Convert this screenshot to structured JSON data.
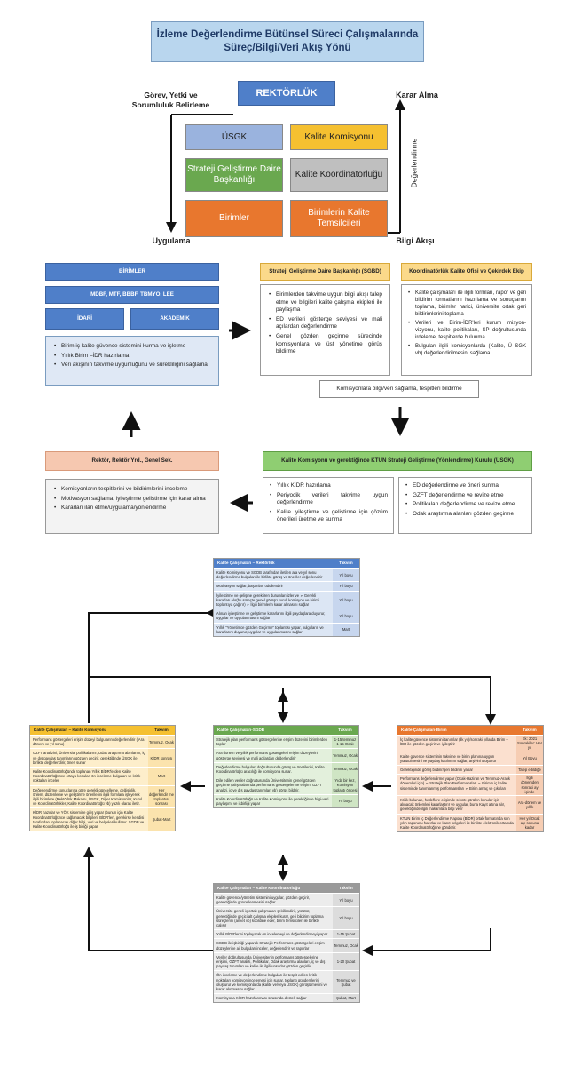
{
  "title": {
    "line1": "İzleme Değerlendirme Bütünsel Süreci Çalışmalarında",
    "line2": "Süreç/Bilgi/Veri Akış Yönü"
  },
  "axis": {
    "top_left": "Görev, Yetki ve Sorumluluk Belirleme",
    "top_right": "Karar Alma",
    "bottom_left": "Uygulama",
    "bottom_right": "Bilgi Akışı",
    "vertical": "Değerlendirme"
  },
  "org": {
    "rektorluk": "REKTÖRLÜK",
    "usgk": "ÜSGK",
    "kalite_komisyonu": "Kalite Komisyonu",
    "sgdb": "Strateji Geliştirme Daire Başkanlığı",
    "kalite_koordinatorlugu": "Kalite Koordinatörlüğü",
    "birimler": "Birimler",
    "birim_temsilcileri": "Birimlerin Kalite Temsilcileri"
  },
  "colors": {
    "blue": "#4f7fc9",
    "lightblue": "#9ab3de",
    "yellow": "#f5c030",
    "green": "#6aa84f",
    "gray": "#bfbfbf",
    "orange": "#e8772e",
    "salmon": "#f6c8b0",
    "lightgreen": "#8fce72"
  },
  "flow": {
    "birimler_hdr": "BİRİMLER",
    "units": "MDBF, MTF, BBBF, TBMYO, LEE",
    "idari": "İDARİ",
    "akademik": "AKADEMİK",
    "birimler_items": [
      "Birim iç kalite güvence sistemini kurma ve işletme",
      "Yıllık Birim –İDR hazırlama",
      "Veri akışının takvime uygunluğunu ve sürekliliğini sağlama"
    ],
    "sgdb_hdr": "Strateji Geliştirme Daire Başkanlığı (SGBD)",
    "sgdb_items": [
      "Birimlerden takvime uygun bilgi akışı talep etme ve bilgileri kalite çalışma ekipleri ile paylaşma",
      "ED verileri gösterge seviyesi ve mali açılardan değerlendirme",
      "Genel gözden geçirme sürecinde komisyonlara ve üst yönetime görüş bildirme"
    ],
    "koord_hdr": "Koordinatörlük Kalite Ofisi ve Çekirdek Ekip",
    "koord_items": [
      "Kalite çalışmaları ile ilgili formları, rapor ve geri bildirim formatlarını hazırlama ve sonuçlarını toplama, birimler harici, üniversite ortak geri bildirimlerini toplama",
      "Verileri ve Birim-İDR'leri kurum misyon-vizyonu, kalite politikaları, SP doğrultusunda irdeleme, tespitlerde bulunma",
      "Bulguları ilgili komisyonlarda (Kalite, Ü SGK vb) değerlendirilmesini sağlama"
    ],
    "komisyon_note": "Komisyonlara bilgi/veri sağlama, tespitleri bildirme",
    "rektor_hdr": "Rektör, Rektör Yrd., Genel Sek.",
    "usgk_hdr": "Kalite Komisyonu ve gerektiğinde KTUN Strateji Geliştirme (Yönlendirme) Kurulu (ÜSGK)",
    "rektor_items": [
      "Komisyonların tespitlerini ve bildirimlerini inceleme",
      "Motivasyon sağlama, iyileştirme geliştirme için karar alma",
      "Kararları ilan etme/uygulama/yönlendirme"
    ],
    "usgk_items1": [
      "Yıllık KİDR hazırlama",
      "Periyodik verileri takvime uygun değerlendirme",
      "Kalite iyileştirme ve geliştirme için çözüm önerileri üretme ve sunma"
    ],
    "usgk_items2": [
      "ED değerlendirme ve öneri sunma",
      "GZFT değerlendirme ve revize etme",
      "Politikaları değerlendirme ve revize etme",
      "Odak araştırma alanları gözden geçirme"
    ]
  },
  "tables": {
    "takvim": "Takvim",
    "rektorluk": {
      "title": "Kalite Çalışmaları – Rektörlük",
      "rows": [
        {
          "t": "Kalite Komisyonu ve SGDB tarafından iletilen ara ve yıl sonu değerlendirme bulguları ile birlikte görüş ve öneriler değerlendirir",
          "d": "Yıl boyu"
        },
        {
          "t": "Motivasyon sağlar, başarıları ödüllendirir",
          "d": "Yıl boyu"
        },
        {
          "t": "İyileştirme ve gelişme gerektiren durumları izler ve ➢ Gerekli kararları alır(bu süreçte genel görüşü kurul, komisyon ve birimi toplantıya çağırır) ➢ İlgili birimlerin karar alınasını sağlar",
          "d": "Yıl boyu"
        },
        {
          "t": "Alınan iyileştirme ve geliştirme kararlarını ilgili paydaşlara duyurur, uygular ve uygulanmasını sağlar",
          "d": "Yıl boyu"
        },
        {
          "t": "Yıllık \"Yönetimce gözden Geçirme\" toplantısı yapar, bulguların ve kararlarını duyurur, uygular ve uygulanmasını sağlar",
          "d": "Mart"
        }
      ]
    },
    "komisyon": {
      "title": "Kalite Çalışmaları – Kalite Komisyonu",
      "rows": [
        {
          "t": "Performans göstergeleri erişim düzeyi bulgularını değerlendirir ( Ara dönem ve yıl sonu)",
          "d": "Temmuz, Ocak"
        },
        {
          "t": "GZFT analizini, Üniversite politikalarını, Odak araştırma alanlarını, iç ve dış paydaş tanımlarını gözden geçirir, gerektiğinde ÜSGK ile birlikte değerlendirir, öneri sunar",
          "d": "KİDR sonrası"
        },
        {
          "t": "Kalite Koordinatörlüğünde toplanan Yıllık BİDR'lerden Kalite Koordinatörlüğünce ortaya konulan ön inceleme bulguları ve kritik noktaları inceler",
          "d": "Mart"
        },
        {
          "t": "Değerlendirme sonuçlarına göre gerekli güncelleme, değişiklik, önlem, düzenleme ve geliştirme önerilerini ilgili formlara işleyerek ilgili birimlere (Rektörlük Makamı, ÜSGK, Diğer Komisyonlar, Kurul ve Koordinatörlükler, Kalite Koordinatörlüğü vb) yazılı olarak iletir.",
          "d": "Her değerlendir me toplantısı sonrası"
        },
        {
          "t": "KİDR hazırlar ve YÖK sistemine giriş yapar (bunun için Kalite Koordinatörlüğünce sağlanacak bilgileri, BİDR'leri, gerekirse kendisi tarafından toplanacak diğer bilgi, veri ve belgeleri kullanır. SGDB ve Kalite Koordinatörlüğü ile iş birliği yapar.",
          "d": "Şubat-Mart"
        }
      ]
    },
    "sgdb": {
      "title": "Kalite Çalışmaları-SGDB",
      "rows": [
        {
          "t": "Stratejik plan performans göstergelerine erişim düzeyini birimlerden toplar",
          "d": "1-15 temmuz 1-15 Ocak"
        },
        {
          "t": "Ara dönem ve yıllık performans göstergeleri erişim düzeylerini gösterge seviyesi ve mali açılardan değerlendirir",
          "d": "Temmuz, Ocak"
        },
        {
          "t": "Değerlendirme bulguları doğrultusunda görüş ve önerilerini, Kalite Koordinatörlüğü aracılığı ile komisyona sunar.",
          "d": "Temmuz, Ocak"
        },
        {
          "t": "Dile edilen veriler doğrultusunda Üniversitenin genel gözden geçirme çalışmalarında performans göstergelerine erişim, GZFT analizi, iç ve dış paydaş tanımları vb) görüş bildirir.",
          "d": "Yıda bir kez, Komisyon toplantı öncesi"
        },
        {
          "t": "Kalite Koordinatörlüğü ve Kalite Komisyonu ile gerektiğinde bilgi-veri paylaşımı ve işbirliği yapar",
          "d": "Yıl boyu"
        }
      ]
    },
    "birim": {
      "title": "Kalite Çalışmaları-Birim",
      "rows": [
        {
          "t": "İç kalite güvence sistemini tanımlar (ilk yıl)/sonraki yıllarda Birim –İDR ile gözden geçirir ve iyileştirir",
          "d": "Ek: 2021 Sonrakiler: Her yıl"
        },
        {
          "t": "Kalite güvence sisteminin takvime ve birim planına uygun yürütülmesini ve paydaş katılımını sağlar, arşivini oluşturur",
          "d": "Yıl Boyu"
        },
        {
          "t": "Gerektiğinde görüş bildirir/geri bildirim yapar",
          "d": "Talep edildiğe"
        },
        {
          "t": "Performans değerlendirme yapar (Ocak-Haziran ve Temmuz-Aralık dönemleri için) ➢ Stratejik Plan Performansları ➢ Birimin iç kalite sisteminde tanımlanmış performansları ➢ Birim amaç ve çıktıları",
          "d": "İlgili dönemden sonraki ay içinde"
        },
        {
          "t": "Kritik bulunan, hedeflere erişimde sıkıntı görülen konular için alınacak önlemleri kararlaştırır ve uygular, buna Kayıt altına alır, gerektiğinde ilgili makamlara bilgi verir",
          "d": "Ara-dönem ve yıllık"
        },
        {
          "t": "KTUN Birim İç Değerlendirme Raporu (BİDR) ortak formatında son yılın raporunu hazırlar ve kanıt belgeleri ile birlikte elektronik ortamda Kalite Koordinatörlüğüne gönderir.",
          "d": "Her yıl Ocak ayı sonuna kadar"
        }
      ]
    },
    "koord": {
      "title": "Kalite Çalışmaları – Kalite Koordinatörlüğü",
      "rows": [
        {
          "t": "Kalite güvence/yönetim sistemini uygular, gözden geçirir, gerektiğinde güncellenmesini sağlar",
          "d": "Yıl boyu"
        },
        {
          "t": "Üniversite geneli iç ortak çalışmaları şekillendirir, yürütür, gerektiğinde geçici alt çalışma ekipleri kurar, geri bildirim toplama süreçlerini (anket vb) koordine eder, birim temsilcileri ile birlikte çalışır",
          "d": "Yıl boyu"
        },
        {
          "t": "Yıllık BİDR'lerini toplayarak ön incelemeyi ve değerlendirmeyi yapar",
          "d": "1-15 Şubat"
        },
        {
          "t": "SGDB ile işbirliği yaparak Stratejik Performans göstergeleri erişim düzeylerine ait bulguları inceler, değerlendirir ve raporlar",
          "d": "Temmuz, Ocak"
        },
        {
          "t": "Veriler doğrultusunda Üniversitenin performans göstergelerine erişimi, GZFT analizi, Politikalar, Odak araştırma alanları, iç ve dış paydaş tanımları ve kalite ile ilgili unsurlar gözden geçirilir",
          "d": "1-20 Şubat"
        },
        {
          "t": "Ön inceleme ve değerlendirme bulguları ile tespit edilen kritik noktaları komisyon incelemesi için sunar, toplantı gündemlerini oluşturur ve komisyonlarda (kalite ve/veya ÜSGK) görüşülmesini ve karar alınmasını sağlar",
          "d": "Temmuz ve Şubat"
        },
        {
          "t": "Komisyona KİDR hazırlanması sırasında destek sağlar",
          "d": "Şubat, Mart"
        }
      ]
    }
  }
}
